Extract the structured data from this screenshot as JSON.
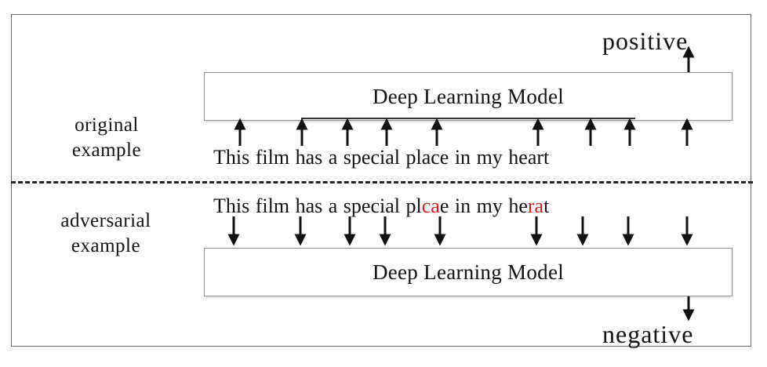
{
  "labels": {
    "original": [
      "original",
      "example"
    ],
    "adversarial": [
      "adversarial",
      "example"
    ]
  },
  "model_box_label": "Deep Learning Model",
  "outputs": {
    "positive": "positive",
    "negative": "negative"
  },
  "sentences": {
    "original": [
      {
        "text": "This"
      },
      {
        "text": "film"
      },
      {
        "text": "has"
      },
      {
        "text": "a"
      },
      {
        "text": "special"
      },
      {
        "text": "place"
      },
      {
        "text": "in"
      },
      {
        "text": "my"
      },
      {
        "text": "heart"
      }
    ],
    "adversarial": [
      {
        "text": "This"
      },
      {
        "text": "film"
      },
      {
        "text": "has"
      },
      {
        "text": "a"
      },
      {
        "text": "special"
      },
      {
        "parts": [
          {
            "t": "pl",
            "hl": false
          },
          {
            "t": "ca",
            "hl": true
          },
          {
            "t": "e",
            "hl": false
          }
        ]
      },
      {
        "text": "in"
      },
      {
        "text": "my"
      },
      {
        "parts": [
          {
            "t": "he",
            "hl": false
          },
          {
            "t": "ra",
            "hl": true
          },
          {
            "t": "t",
            "hl": false
          }
        ]
      }
    ]
  },
  "colors": {
    "perturbation": "#d21f1f",
    "text": "#111111"
  }
}
